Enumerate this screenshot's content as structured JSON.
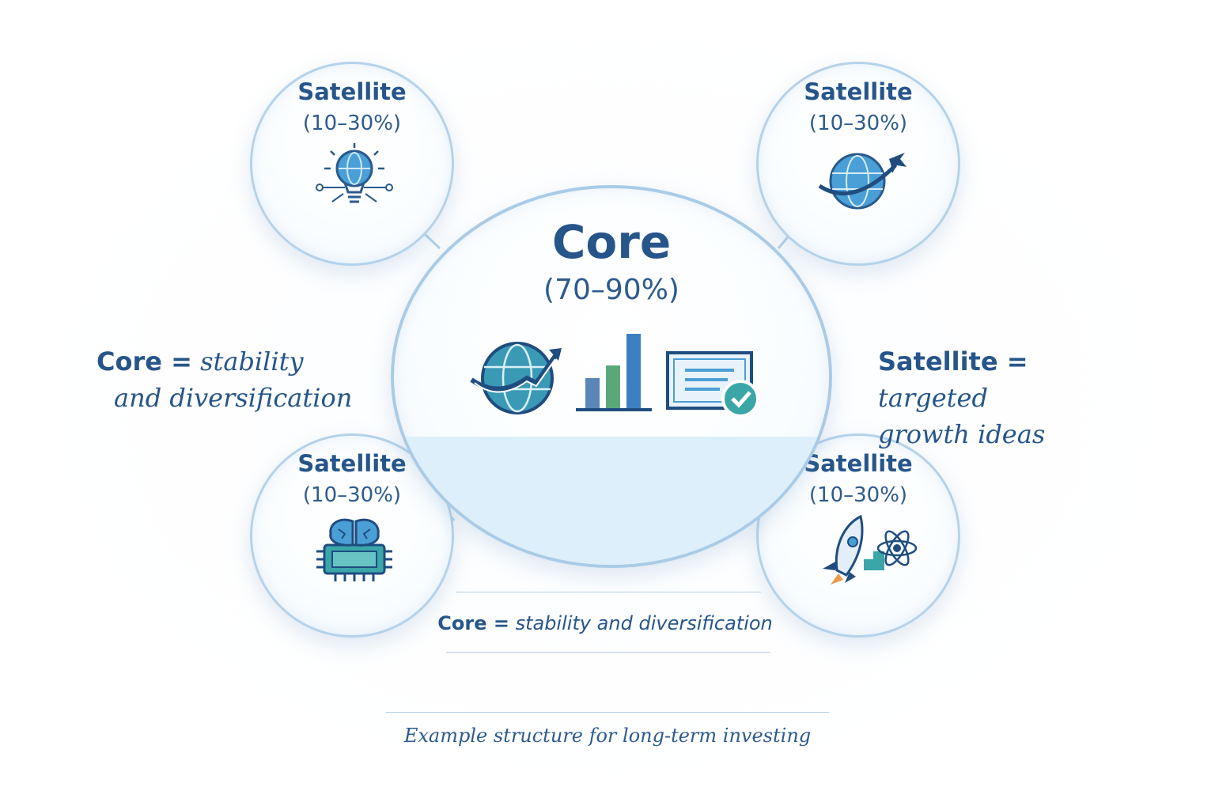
{
  "core": {
    "title": "Core",
    "percent": "(70–90%)",
    "icons": [
      "globe-growth-icon",
      "bar-chart-icon",
      "certificate-check-icon"
    ]
  },
  "satellites": [
    {
      "title": "Satellite",
      "percent": "(10–30%)",
      "icon": "lightbulb-globe-icon"
    },
    {
      "title": "Satellite",
      "percent": "(10–30%)",
      "icon": "globe-airplane-icon"
    },
    {
      "title": "Satellite",
      "percent": "(10–30%)",
      "icon": "brain-chip-icon"
    },
    {
      "title": "Satellite",
      "percent": "(10–30%)",
      "icon": "rocket-atom-icon"
    }
  ],
  "notes": {
    "left": {
      "term": "Core =",
      "line1": "stability",
      "line2": "and diversification"
    },
    "right": {
      "term": "Satellite =",
      "line1": "targeted",
      "line2": "growth ideas"
    }
  },
  "caption": {
    "term": "Core =",
    "text": "stability and diversification"
  },
  "footer": "Example structure for long-term investing",
  "colors": {
    "primary_text": "#26558a",
    "circle_border": "#b5d2ea",
    "accent_teal": "#3aa6a8",
    "accent_green": "#5aa87a",
    "accent_blue": "#3d7fc0"
  }
}
